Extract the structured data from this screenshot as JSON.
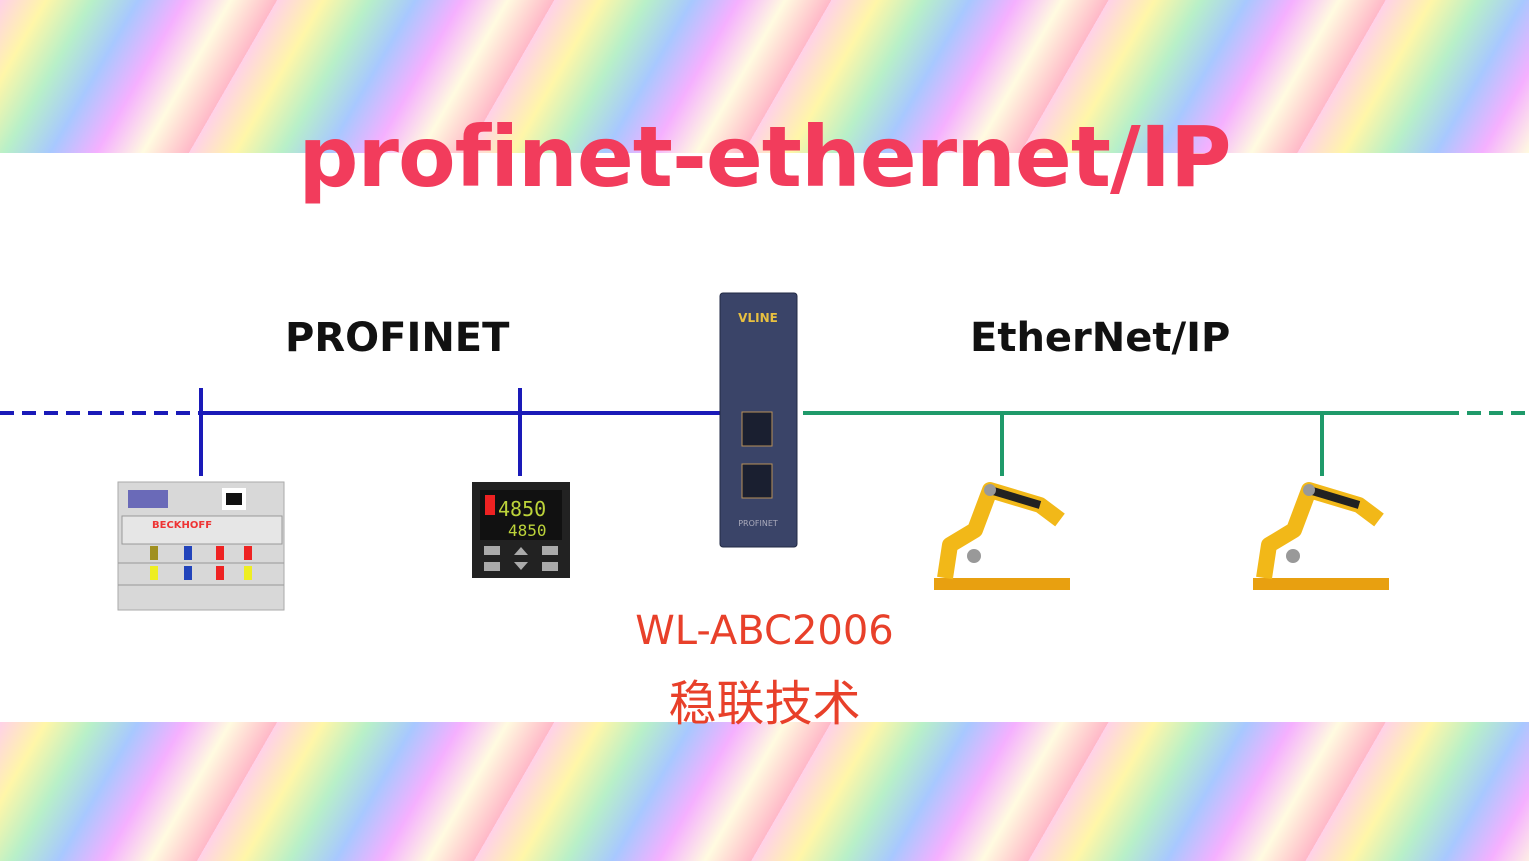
{
  "title": "profinet-ethernet/IP",
  "networks": {
    "left": "PROFINET",
    "right": "EtherNet/IP"
  },
  "gateway": {
    "brand": "VLINE",
    "port_label": "PROFINET"
  },
  "devices": {
    "plc_brand": "BECKHOFF",
    "controller_display_top": "4850",
    "controller_display_bottom": "4850"
  },
  "product": {
    "model": "WL-ABC2006",
    "company": "稳联技术"
  },
  "colors": {
    "title": "#f23c5c",
    "profinet_line": "#1a1ab8",
    "ethernetip_line": "#1f9a6a",
    "caption": "#e8402a"
  }
}
